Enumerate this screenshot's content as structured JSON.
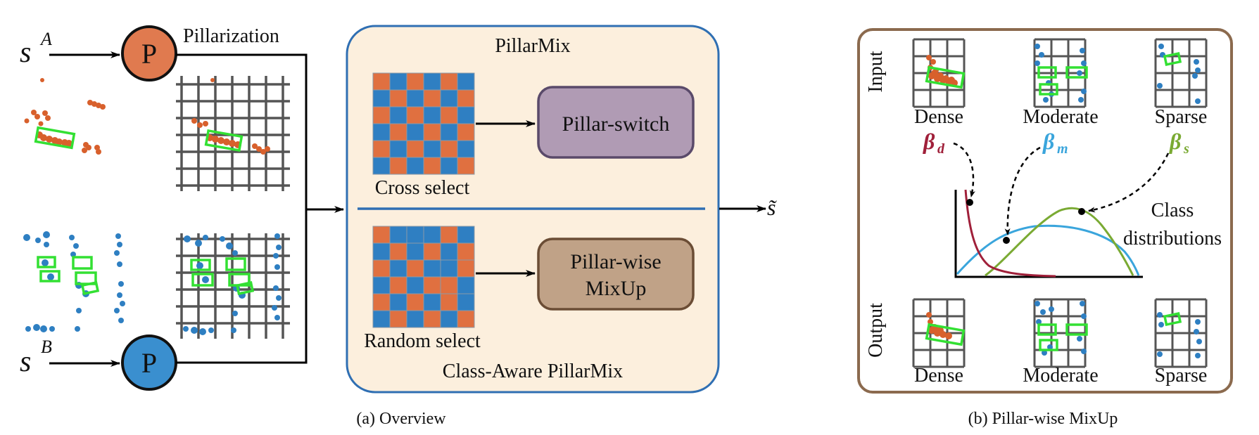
{
  "colors": {
    "orange": "#e07040",
    "blue": "#2f7fc2",
    "green_box": "#33e033",
    "panel_fill": "#fbeedd",
    "panel_border": "#2f6fb3",
    "beige_panel_border": "#8b6a4e",
    "switch_fill": "#b09bb4",
    "switch_border": "#5a4a6a",
    "mixup_fill": "#c0a287",
    "mixup_border": "#6b4d35",
    "curve_dense": "#a0203a",
    "curve_moderate": "#3aa5dc",
    "curve_sparse": "#7aaa33"
  },
  "overview": {
    "input_a": "s",
    "input_a_sup": "A",
    "input_b": "s",
    "input_b_sup": "B",
    "pillar_node_a": "P",
    "pillar_node_b": "P",
    "pillarization_label": "Pillarization",
    "panel_title": "PillarMix",
    "cross_select_label": "Cross select",
    "random_select_label": "Random select",
    "pillar_switch_label": "Pillar-switch",
    "pillar_wise_line1": "Pillar-wise",
    "pillar_wise_line2": "MixUp",
    "panel_footer": "Class-Aware PillarMix",
    "output_symbol": "s̃",
    "caption": "(a)  Overview"
  },
  "mixup": {
    "input_label": "Input",
    "output_label": "Output",
    "input_densities": [
      "Dense",
      "Moderate",
      "Sparse"
    ],
    "output_densities": [
      "Dense",
      "Moderate",
      "Sparse"
    ],
    "beta_d": "β",
    "beta_d_sub": "d",
    "beta_m": "β",
    "beta_m_sub": "m",
    "beta_s": "β",
    "beta_s_sub": "s",
    "class_dist_line1": "Class",
    "class_dist_line2": "distributions",
    "caption": "(b)  Pillar-wise  MixUp"
  },
  "icons": [
    "pillar-node-icon",
    "arrow-icon",
    "point-cloud-icon",
    "pillar-grid-icon",
    "checkerboard-icon",
    "bbox-icon",
    "beta-curve-icon"
  ]
}
